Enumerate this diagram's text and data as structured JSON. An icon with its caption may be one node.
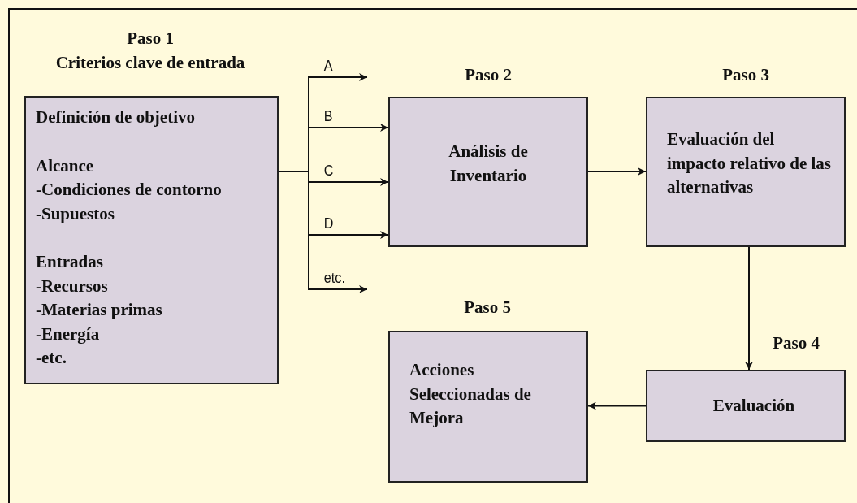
{
  "diagram": {
    "nodes": [
      {
        "text": [
          "Paso 1",
          "Criterios clave de entrada",
          "Definición de objetivo",
          "Alcance",
          "-Condiciones de contorno",
          "-Supuestos",
          "Entradas",
          "-Recursos",
          "-Materias primas",
          "-Energía",
          "-etc."
        ]
      },
      {
        "text": [
          "Paso 2",
          "Análisis de Inventario"
        ]
      },
      {
        "text": [
          "Paso 3",
          "Evaluación del impacto relativo de las alternativas"
        ]
      },
      {
        "text": [
          "Paso 4",
          "Evaluación"
        ]
      },
      {
        "text": [
          "Paso 5",
          "Acciones Seleccionadas de Mejora"
        ]
      }
    ],
    "edges": [
      {
        "from": 0,
        "to": null,
        "arrow": "to",
        "label": "A"
      },
      {
        "from": 0,
        "to": 1,
        "arrow": "to",
        "label": "B"
      },
      {
        "from": 0,
        "to": 1,
        "arrow": "to",
        "label": "C"
      },
      {
        "from": 0,
        "to": 1,
        "arrow": "to",
        "label": "D"
      },
      {
        "from": 0,
        "to": null,
        "arrow": "to",
        "label": "etc."
      },
      {
        "from": 1,
        "to": 2,
        "arrow": "to"
      },
      {
        "from": 2,
        "to": 3,
        "arrow": "to"
      },
      {
        "from": 3,
        "to": 4,
        "arrow": "to"
      }
    ]
  }
}
